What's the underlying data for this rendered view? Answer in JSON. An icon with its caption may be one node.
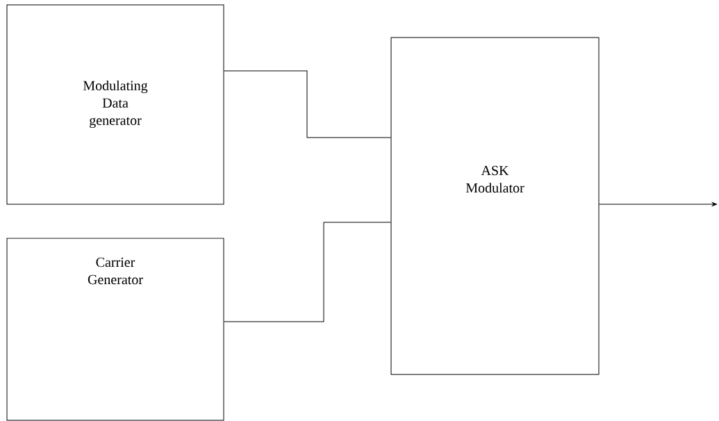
{
  "diagram": {
    "nodes": [
      {
        "text": [
          "Modulating Data generator"
        ]
      },
      {
        "text": [
          "Carrier Generator"
        ]
      },
      {
        "text": [
          "ASK Modulator"
        ]
      }
    ],
    "edges": [
      {
        "from": 0,
        "to": 2,
        "arrow": "none"
      },
      {
        "from": 1,
        "to": 2,
        "arrow": "none"
      },
      {
        "from": 2,
        "to": null,
        "arrow": "to"
      }
    ]
  }
}
